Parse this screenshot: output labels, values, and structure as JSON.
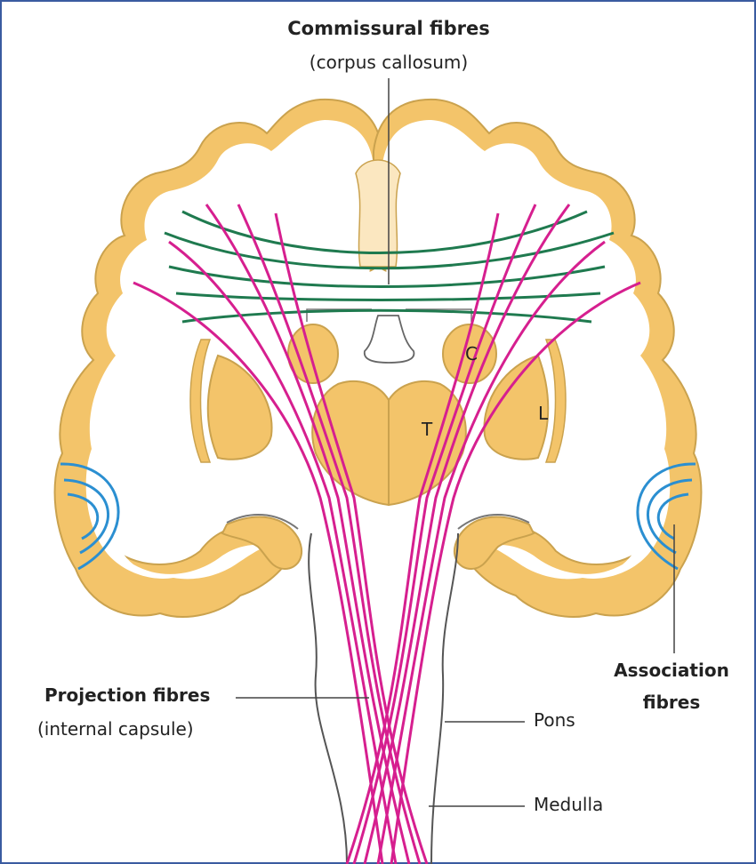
{
  "labels": {
    "commissural_title": "Commissural fibres",
    "commissural_sub": "(corpus callosum)",
    "projection_title": "Projection fibres",
    "projection_sub": "(internal capsule)",
    "association_line1": "Association",
    "association_line2": "fibres",
    "pons": "Pons",
    "medulla": "Medulla",
    "caudate": "C",
    "thalamus": "T",
    "lentiform": "L"
  },
  "colors": {
    "grey_matter": "#f3c46a",
    "grey_matter_stroke": "#caa24e",
    "white_matter": "#ffffff",
    "commissural": "#1f7a4f",
    "projection": "#d61f8f",
    "association": "#2b8fd1",
    "outline": "#555555",
    "frame": "#3a5ba0"
  }
}
